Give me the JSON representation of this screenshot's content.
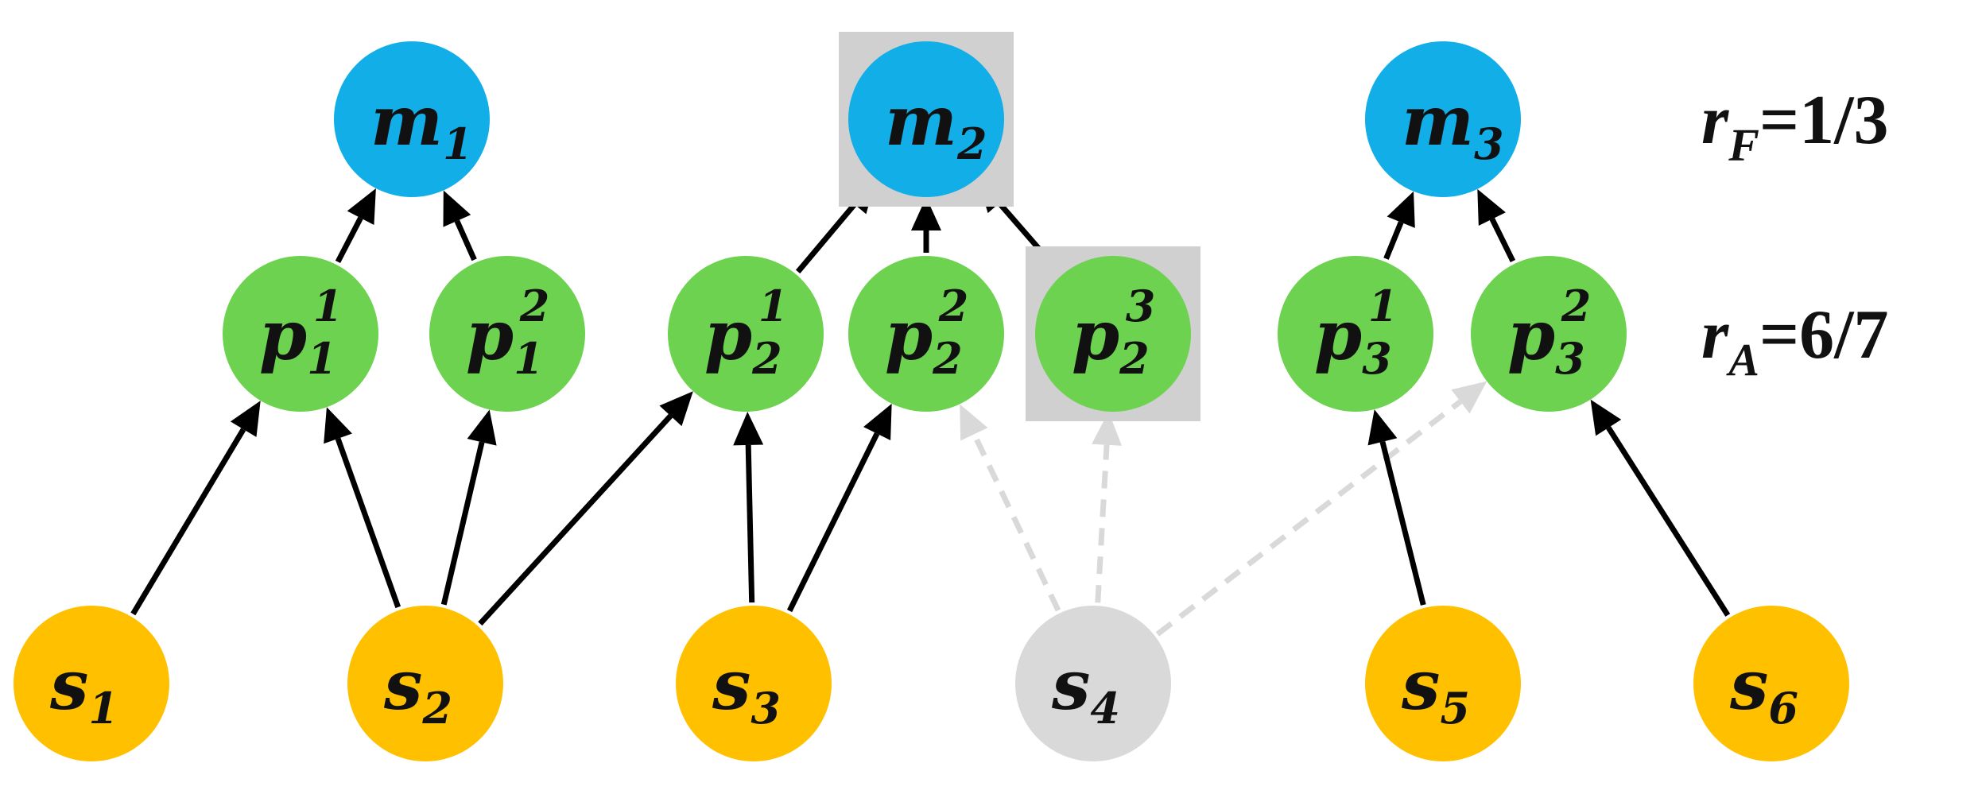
{
  "colors": {
    "m": "#12aee8",
    "p": "#6dd24f",
    "s": "#ffc000",
    "inactive": "#d9d9d9",
    "highlight_box": "#d0d0d0",
    "edge": "#000000",
    "dashed_edge": "#d9d9d9"
  },
  "nodes": [
    {
      "id": "m1",
      "base": "m",
      "sub": "1",
      "sup": "",
      "kind": "m",
      "active": true
    },
    {
      "id": "m2",
      "base": "m",
      "sub": "2",
      "sup": "",
      "kind": "m",
      "active": true,
      "highlighted": true
    },
    {
      "id": "m3",
      "base": "m",
      "sub": "3",
      "sup": "",
      "kind": "m",
      "active": true
    },
    {
      "id": "p11",
      "base": "p",
      "sub": "1",
      "sup": "1",
      "kind": "p",
      "active": true
    },
    {
      "id": "p12",
      "base": "p",
      "sub": "1",
      "sup": "2",
      "kind": "p",
      "active": true
    },
    {
      "id": "p21",
      "base": "p",
      "sub": "2",
      "sup": "1",
      "kind": "p",
      "active": true
    },
    {
      "id": "p22",
      "base": "p",
      "sub": "2",
      "sup": "2",
      "kind": "p",
      "active": true
    },
    {
      "id": "p23",
      "base": "p",
      "sub": "2",
      "sup": "3",
      "kind": "p",
      "active": true,
      "highlighted": true
    },
    {
      "id": "p31",
      "base": "p",
      "sub": "3",
      "sup": "1",
      "kind": "p",
      "active": true
    },
    {
      "id": "p32",
      "base": "p",
      "sub": "3",
      "sup": "2",
      "kind": "p",
      "active": true
    },
    {
      "id": "s1",
      "base": "s",
      "sub": "1",
      "sup": "",
      "kind": "s",
      "active": true
    },
    {
      "id": "s2",
      "base": "s",
      "sub": "2",
      "sup": "",
      "kind": "s",
      "active": true
    },
    {
      "id": "s3",
      "base": "s",
      "sub": "3",
      "sup": "",
      "kind": "s",
      "active": true
    },
    {
      "id": "s4",
      "base": "s",
      "sub": "4",
      "sup": "",
      "kind": "s",
      "active": false
    },
    {
      "id": "s5",
      "base": "s",
      "sub": "5",
      "sup": "",
      "kind": "s",
      "active": true
    },
    {
      "id": "s6",
      "base": "s",
      "sub": "6",
      "sup": "",
      "kind": "s",
      "active": true
    }
  ],
  "edges": [
    {
      "from": "p11",
      "to": "m1",
      "style": "solid"
    },
    {
      "from": "p12",
      "to": "m1",
      "style": "solid"
    },
    {
      "from": "p21",
      "to": "m2",
      "style": "solid"
    },
    {
      "from": "p22",
      "to": "m2",
      "style": "solid"
    },
    {
      "from": "p23",
      "to": "m2",
      "style": "solid"
    },
    {
      "from": "p31",
      "to": "m3",
      "style": "solid"
    },
    {
      "from": "p32",
      "to": "m3",
      "style": "solid"
    },
    {
      "from": "s1",
      "to": "p11",
      "style": "solid"
    },
    {
      "from": "s2",
      "to": "p11",
      "style": "solid"
    },
    {
      "from": "s2",
      "to": "p12",
      "style": "solid"
    },
    {
      "from": "s2",
      "to": "p21",
      "style": "solid"
    },
    {
      "from": "s3",
      "to": "p21",
      "style": "solid"
    },
    {
      "from": "s3",
      "to": "p22",
      "style": "solid"
    },
    {
      "from": "s4",
      "to": "p22",
      "style": "dashed"
    },
    {
      "from": "s4",
      "to": "p23",
      "style": "dashed"
    },
    {
      "from": "s4",
      "to": "p32",
      "style": "dashed"
    },
    {
      "from": "s5",
      "to": "p31",
      "style": "solid"
    },
    {
      "from": "s6",
      "to": "p32",
      "style": "solid"
    }
  ],
  "metrics": {
    "rF": {
      "base": "r",
      "sub": "F",
      "value": "=1/3"
    },
    "rA": {
      "base": "r",
      "sub": "A",
      "value": "=6/7"
    }
  }
}
